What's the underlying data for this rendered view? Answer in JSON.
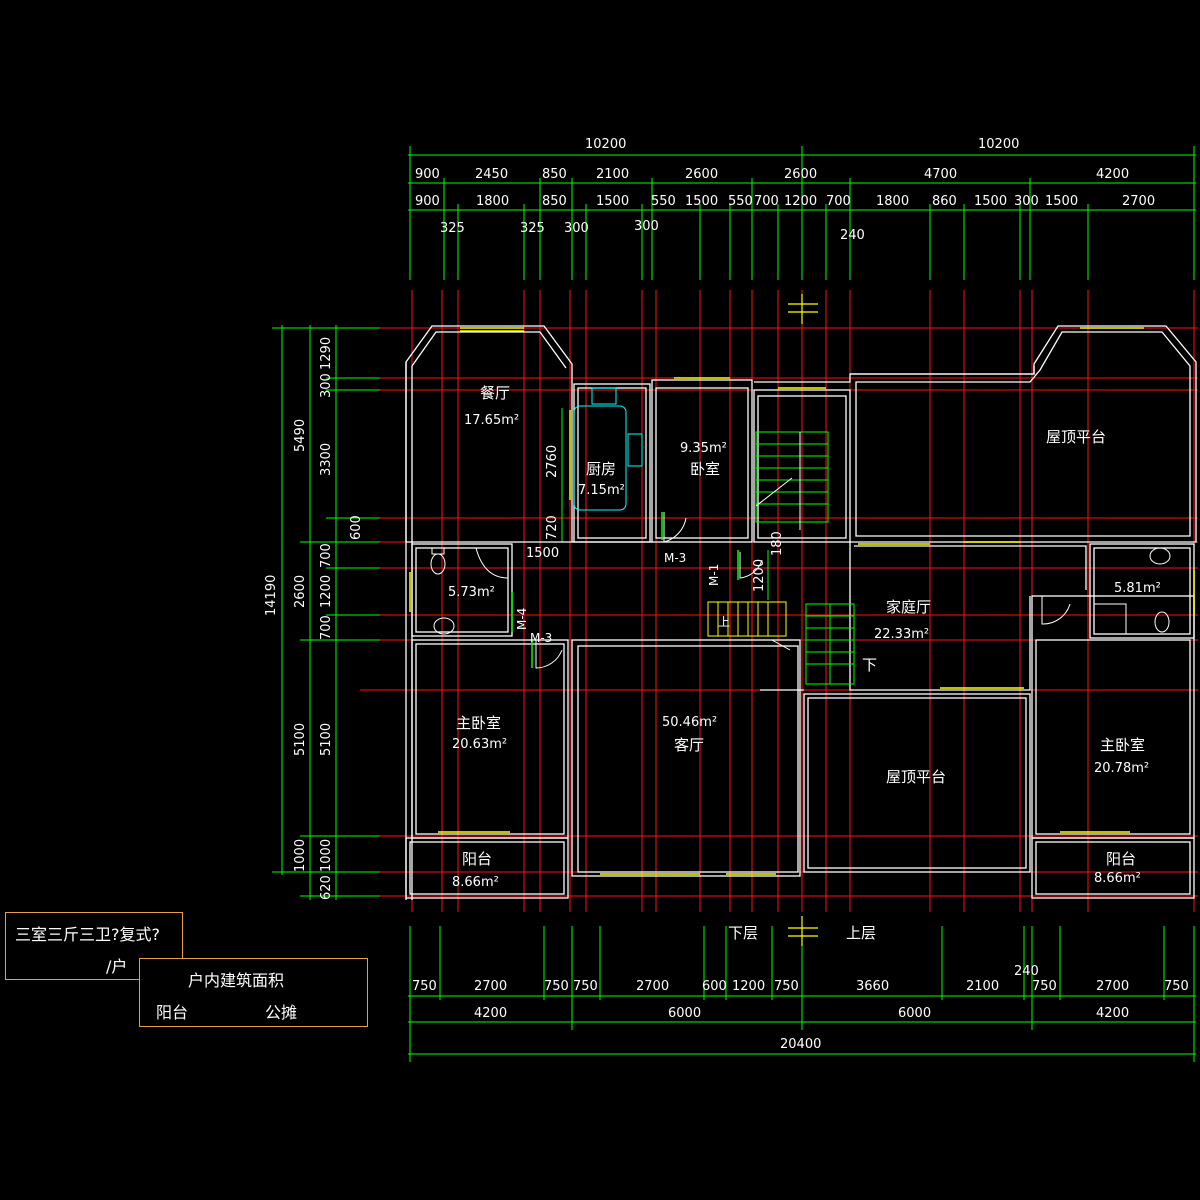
{
  "top_dims": {
    "row1": [
      "10200",
      "10200"
    ],
    "row2": [
      "900",
      "2450",
      "850",
      "2100",
      "2600",
      "2600",
      "4700",
      "4200"
    ],
    "row3": [
      "900",
      "1800",
      "850",
      "1500",
      "550",
      "1500",
      "550",
      "700",
      "1200",
      "700",
      "1800",
      "860",
      "1500",
      "300",
      "1500",
      "2700"
    ],
    "row4": [
      "325",
      "325",
      "300",
      "300",
      "240"
    ]
  },
  "left_dims": {
    "total": "14190",
    "outer": [
      "5490",
      "2600",
      "5100",
      "1000",
      "620"
    ],
    "inner": [
      "300",
      "1290",
      "3300",
      "600",
      "700",
      "1200",
      "700",
      "5100",
      "1000"
    ]
  },
  "bottom_dims": {
    "row1": [
      "750",
      "2700",
      "750",
      "750",
      "2700",
      "600",
      "1200",
      "750",
      "3660",
      "2100",
      "750",
      "2700",
      "750"
    ],
    "extra": "240",
    "row2": [
      "4200",
      "6000",
      "6000",
      "4200"
    ],
    "total": "20400"
  },
  "inner_dims": [
    "2760",
    "720",
    "1500",
    "1200",
    "180"
  ],
  "rooms": {
    "dining": {
      "name": "餐厅",
      "area": "17.65m²"
    },
    "kitchen": {
      "name": "厨房",
      "area": "7.15m²"
    },
    "bedroom": {
      "name": "卧室",
      "area": "9.35m²"
    },
    "roof_terrace_top": {
      "name": "屋顶平台"
    },
    "bath_left": {
      "area": "5.73m²"
    },
    "bath_right": {
      "area": "5.81m²"
    },
    "family_hall": {
      "name": "家庭厅",
      "area": "22.33m²"
    },
    "master_left": {
      "name": "主卧室",
      "area": "20.63m²"
    },
    "living": {
      "name": "客厅",
      "area": "50.46m²"
    },
    "roof_terrace_mid": {
      "name": "屋顶平台"
    },
    "master_right": {
      "name": "主卧室",
      "area": "20.78m²"
    },
    "balcony_left": {
      "name": "阳台",
      "area": "8.66m²"
    },
    "balcony_right": {
      "name": "阳台",
      "area": "8.66m²"
    }
  },
  "door_tags": [
    "M-3",
    "M-1",
    "M-4",
    "M-3"
  ],
  "stair_labels": {
    "up": "上",
    "down": "下"
  },
  "floor_labels": {
    "lower": "下层",
    "upper": "上层"
  },
  "title_box": {
    "line1": "三室三斤三卫?复式?",
    "line2": "/户"
  },
  "area_box": {
    "title": "户内建筑面积",
    "balcony": "阳台",
    "shared": "公摊"
  },
  "colors": {
    "wall": "#ffffff",
    "axis": "#ff1010",
    "dimension": "#00ff00",
    "window": "#ffff00",
    "fixture": "#00ffff",
    "box_border": "#e8a040"
  }
}
